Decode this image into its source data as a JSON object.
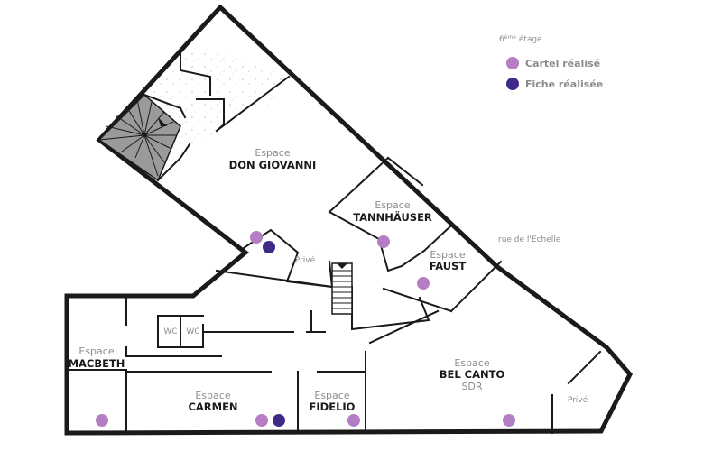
{
  "legend": {
    "floor_number": "6",
    "floor_suffix": "ème",
    "floor_word": " étage",
    "items": [
      {
        "label": "Cartel réalisé",
        "color": "#b57dc3"
      },
      {
        "label": "Fiche réalisée",
        "color": "#3f2a8a"
      }
    ]
  },
  "street_label": "rue de l'Echelle",
  "rooms": {
    "don_giovanni": {
      "prefix": "Espace",
      "name": "DON GIOVANNI",
      "markers": [
        "cartel",
        "fiche"
      ]
    },
    "tannhauser": {
      "prefix": "Espace",
      "name": "TANNHÄUSER",
      "markers": [
        "cartel"
      ]
    },
    "faust": {
      "prefix": "Espace",
      "name": "FAUST",
      "markers": [
        "cartel"
      ]
    },
    "macbeth": {
      "prefix": "Espace",
      "name": "MACBETH",
      "markers": [
        "cartel"
      ]
    },
    "carmen": {
      "prefix": "Espace",
      "name": "CARMEN",
      "markers": [
        "cartel",
        "fiche"
      ]
    },
    "fidelio": {
      "prefix": "Espace",
      "name": "FIDELIO",
      "markers": [
        "cartel"
      ]
    },
    "bel_canto": {
      "prefix": "Espace",
      "name": "BEL CANTO",
      "sub": "SDR",
      "markers": [
        "cartel"
      ]
    }
  },
  "private_label": "Privé",
  "wc_label": "WC",
  "colors": {
    "cartel": "#b57dc3",
    "fiche": "#3f2a8a",
    "wall": "#1a1a1a",
    "label": "#8c8c8c"
  }
}
